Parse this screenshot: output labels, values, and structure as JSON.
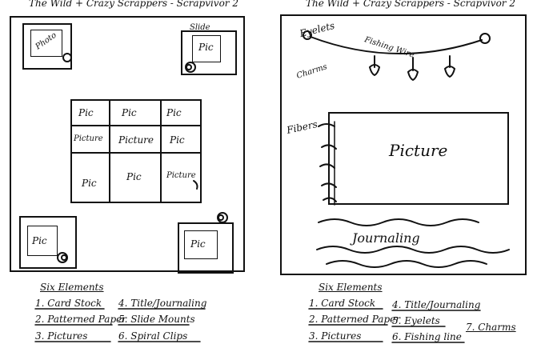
{
  "left_sketch": {
    "title": "The Wild + Crazy Scrappers - Scrapvivor 2",
    "photo_label_top_left": "Photo",
    "slide_label": "Slide",
    "slide_pic_label": "Pic",
    "grid_cells": [
      [
        "Pic",
        "Pic",
        "Pic"
      ],
      [
        "Picture",
        "Picture",
        "Pic"
      ],
      [
        "Pic",
        "Pic",
        "Picture"
      ]
    ],
    "bottom_left_pic_label": "Pic",
    "bottom_right_pic_label": "Pic",
    "elements_heading": "Six Elements",
    "elements": [
      "1. Card Stock",
      "2. Patterned Paper",
      "3. Pictures",
      "4. Title/Journaling",
      "5. Slide Mounts",
      "6. Spiral Clips"
    ]
  },
  "right_sketch": {
    "title": "The Wild + Crazy Scrappers - Scrapvivor 2",
    "eyelets_label": "Eyelets",
    "fishing_wire_label": "Fishing Wire",
    "charms_label": "Charms",
    "fibers_label": "Fibers",
    "picture_label": "Picture",
    "journaling_label": "Journaling",
    "elements_heading": "Six Elements",
    "elements": [
      "1. Card Stock",
      "2. Patterned Paper",
      "3. Pictures",
      "4. Title/Journaling",
      "5. Eyelets",
      "6. Fishing line",
      "7. Charms"
    ]
  }
}
